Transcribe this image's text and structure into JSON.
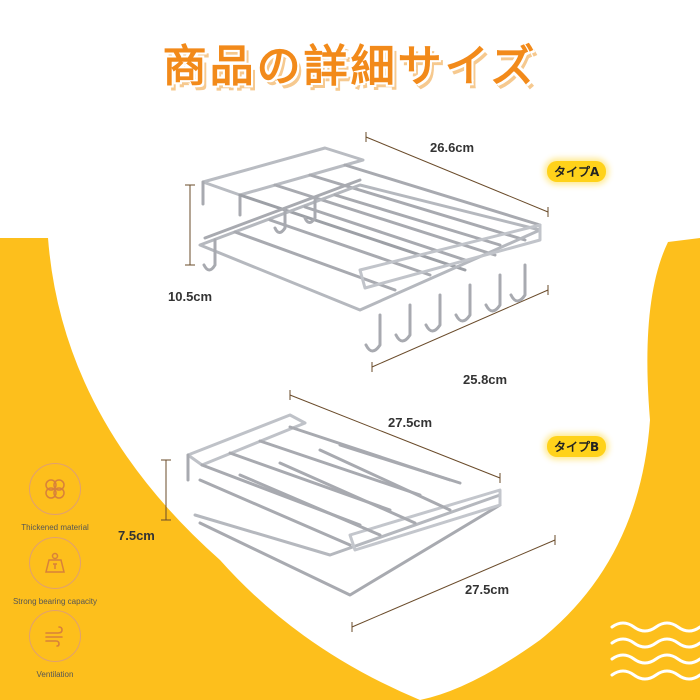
{
  "title": "商品の詳細サイズ",
  "colors": {
    "accent": "#f28a1a",
    "yellow": "#fdbf1c",
    "tag": "#ffd21a"
  },
  "type_a": {
    "tag": "タイプA",
    "width_top": "26.6cm",
    "height": "10.5cm",
    "width_bottom": "25.8cm"
  },
  "type_b": {
    "tag": "タイプB",
    "width_top": "27.5cm",
    "height": "7.5cm",
    "width_bottom": "27.5cm"
  },
  "features": [
    {
      "icon": "material-layers-icon",
      "label": "Thickened material"
    },
    {
      "icon": "weight-icon",
      "label": "Strong bearing capacity"
    },
    {
      "icon": "wind-icon",
      "label": "Ventilation"
    }
  ]
}
